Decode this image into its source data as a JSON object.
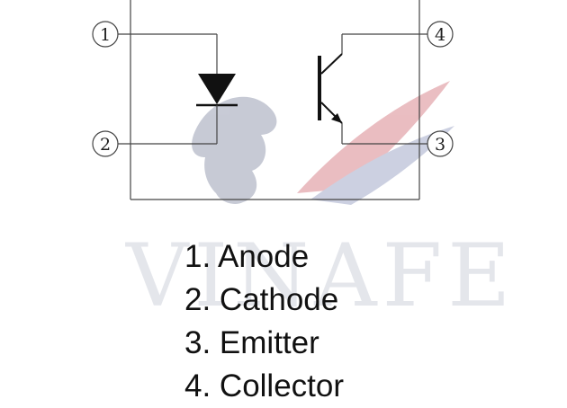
{
  "pins": [
    {
      "number": "1"
    },
    {
      "number": "2"
    },
    {
      "number": "3"
    },
    {
      "number": "4"
    }
  ],
  "legend": [
    "1. Anode",
    "2. Cathode",
    "3. Emitter",
    "4. Collector"
  ],
  "watermark": {
    "text": "VINAFE",
    "colors": {
      "horse": "#9aa0b4",
      "wing_red": "#d24a5a",
      "wing_blue": "#6c78a8",
      "text": "#cfd3dc"
    }
  },
  "colors": {
    "line": "#444444",
    "component": "#111111"
  }
}
